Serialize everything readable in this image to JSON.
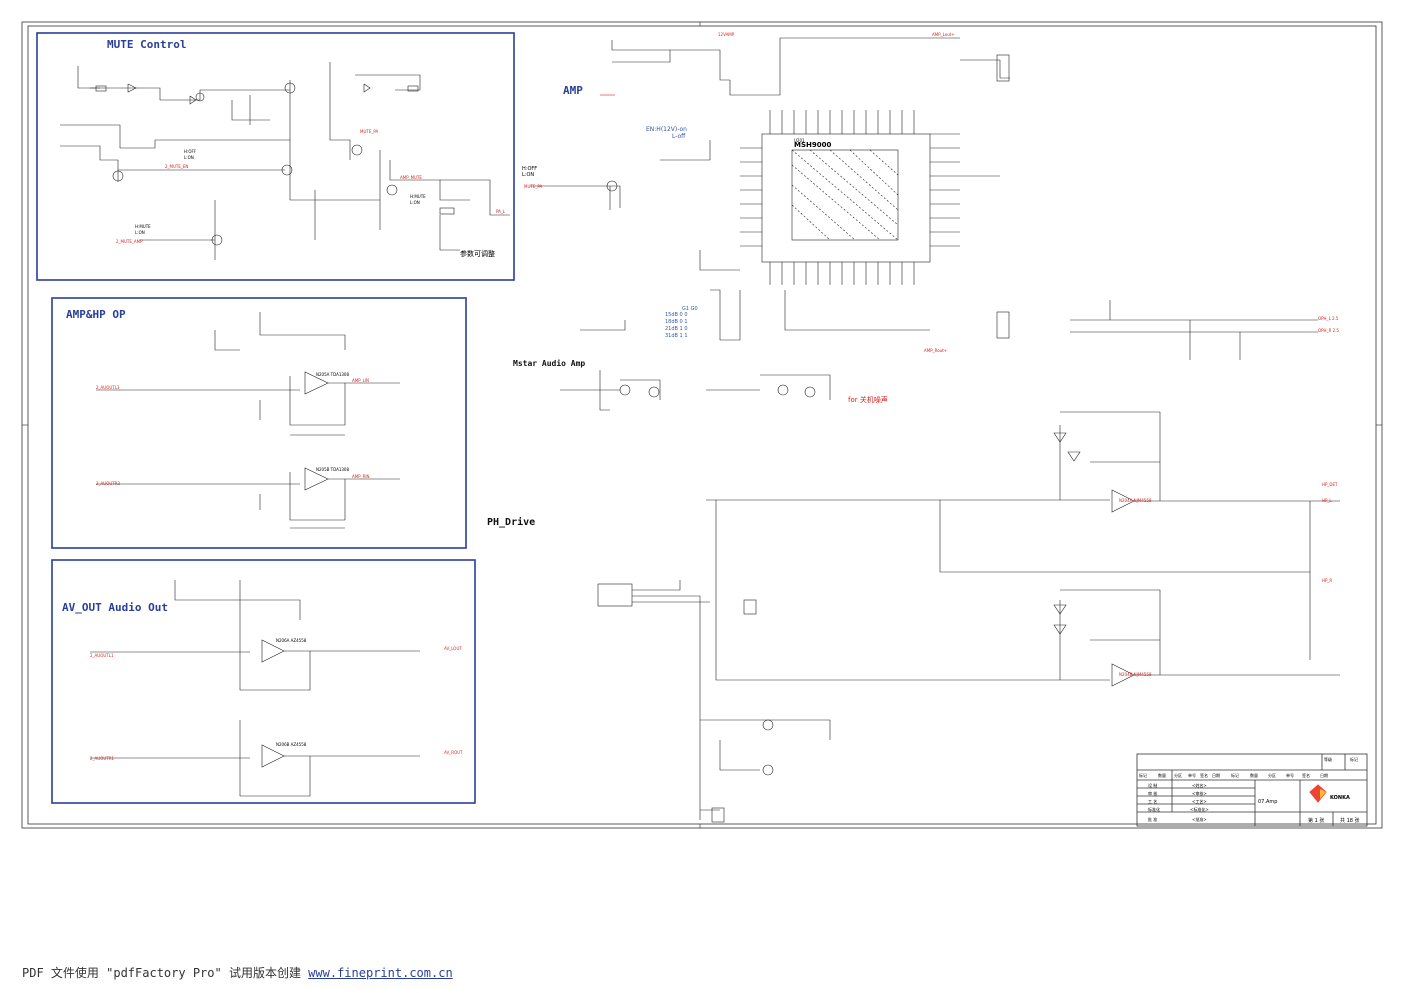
{
  "sections": {
    "mute": "MUTE Control",
    "amp": "AMP",
    "amp_hp": "AMP&HP OP",
    "av_out": "AV_OUT Audio Out",
    "ph_drive": "PH_Drive",
    "mstar": "Mstar Audio Amp"
  },
  "ic": {
    "name": "U201",
    "part": "MSH9000"
  },
  "mute_labels": {
    "hoff": "H:OFF",
    "lon": "L:ON",
    "hmute": "H:MUTE",
    "lon2": "L:ON",
    "hmute2": "H:MUTE",
    "lon3": "L:ON",
    "note": "参数可调整",
    "mute_en": "2_MUTE_EN",
    "mute_amp": "2_MUTE_AMP",
    "amp_mute": "AMP_MUTE",
    "mute_pa": "MUTE_PA",
    "pa_l": "PA_L"
  },
  "amp_labels": {
    "en": "EN:H(12V)-on",
    "en2": "L-off",
    "hoff": "H:OFF",
    "lon": "L:ON",
    "mute_pa": "MUTE_PA",
    "v12": "12VAMP",
    "gain_header": "G1  G0",
    "gain_rows": [
      "15dB  0   0",
      "18dB  0   1",
      "21dB  1   0",
      "31dB  1   1"
    ],
    "amp_lout": "AMP_Lout+",
    "amp_rout": "AMP_Rout+"
  },
  "mstar_note": "for 关机噪声",
  "ic2": [
    "N205A TDA1308",
    "N205B TDA1308",
    "N206A AZ4558",
    "N206B AZ4558",
    "N204A NJM4558",
    "N204B NJM4558"
  ],
  "signals": {
    "auout_l": "2_AUOUTL3",
    "auout_r": "2_AUOUTR3",
    "auout_l1": "2_AUOUTL1",
    "auout_r1": "2_AUOUTR1",
    "av_lout": "AV_LOUT",
    "av_rout": "AV_ROUT",
    "amp_lin": "AMP_LIN",
    "amp_rin": "AMP_RIN",
    "hp_det": "HP_DET",
    "hp_l": "HP_L",
    "hp_r": "HP_R",
    "ophl": "OPH_L 2.5",
    "ophr": "OPH_R 2.5"
  },
  "title_block": {
    "headers": [
      "标记",
      "数量",
      "分区",
      "单号",
      "签名",
      "日期",
      "标记",
      "数量",
      "分区",
      "单号",
      "签名",
      "日期"
    ],
    "rows": [
      [
        "设 制",
        "<姓名>"
      ],
      [
        "审 核",
        "<审核>"
      ],
      [
        "工 艺",
        "<工艺>"
      ],
      [
        "标准化",
        "<标准化>"
      ],
      [
        "批 准",
        "<批准>"
      ]
    ],
    "grade": "等级",
    "mark": "标记",
    "drawing": "07.Amp",
    "brand": "KONKA",
    "page": "第 1 张",
    "total": "共 18 张"
  },
  "footer": {
    "prefix": "PDF 文件使用 \"pdfFactory Pro\" 试用版本创建 ",
    "link": "www.fineprint.com.cn"
  },
  "colors": {
    "section_title": "#2a3f9a",
    "net_label": "#dd2222",
    "wire": "#222222"
  }
}
